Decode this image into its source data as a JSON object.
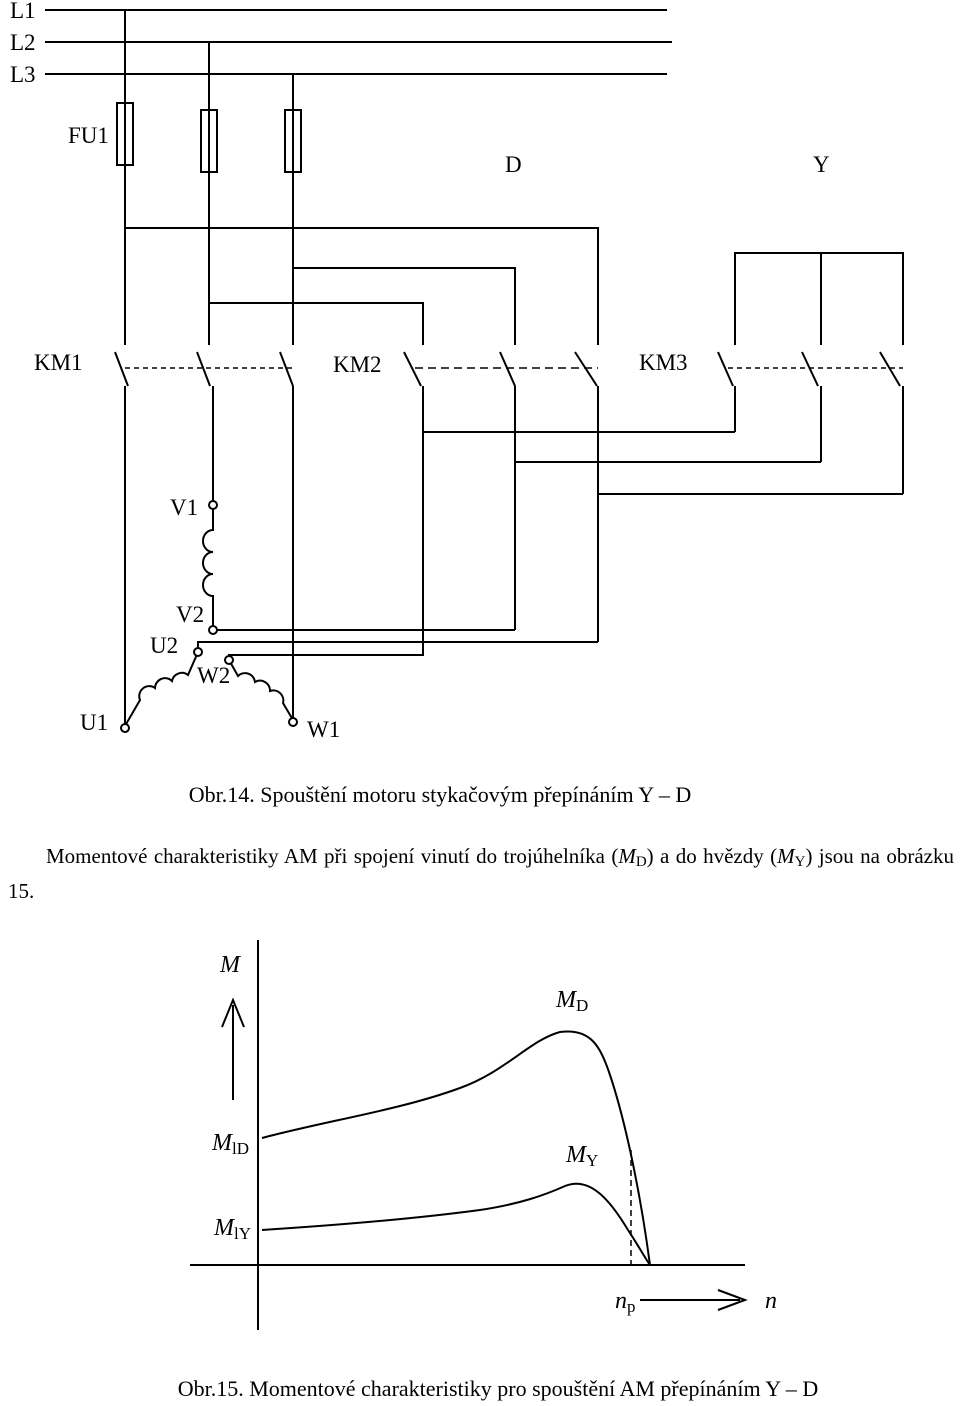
{
  "schematic": {
    "lines": [
      "L1",
      "L2",
      "L3"
    ],
    "fuse_label": "FU1",
    "group_labels": [
      "D",
      "Y"
    ],
    "contactors": [
      "KM1",
      "KM2",
      "KM3"
    ],
    "terminals": [
      "V1",
      "V2",
      "U2",
      "W2",
      "U1",
      "W1"
    ]
  },
  "caption14": "Obr.14. Spouštění motoru stykačovým přepínáním Y – D",
  "paragraph": {
    "part1": "Momentové charakteristiky AM při spojení vinutí do trojúhelníka (",
    "md_sym": "M",
    "md_sub": "D",
    "part2": ") a do hvězdy (",
    "my_sym": "M",
    "my_sub": "Y",
    "part3": ") jsou na obrázku 15."
  },
  "chart_data": {
    "type": "line",
    "y_axis_label": "M",
    "x_axis_label": "n",
    "series": [
      {
        "name": "M_D",
        "label_sym": "M",
        "label_sub": "D"
      },
      {
        "name": "M_Y",
        "label_sym": "M",
        "label_sub": "Y"
      }
    ],
    "y_tick_labels": [
      {
        "sym": "M",
        "sub": "lD"
      },
      {
        "sym": "M",
        "sub": "lY"
      }
    ],
    "x_tick_label": {
      "sym": "n",
      "sub": "p"
    }
  },
  "caption15": "Obr.15. Momentové charakteristiky pro spouštění AM přepínáním Y – D"
}
